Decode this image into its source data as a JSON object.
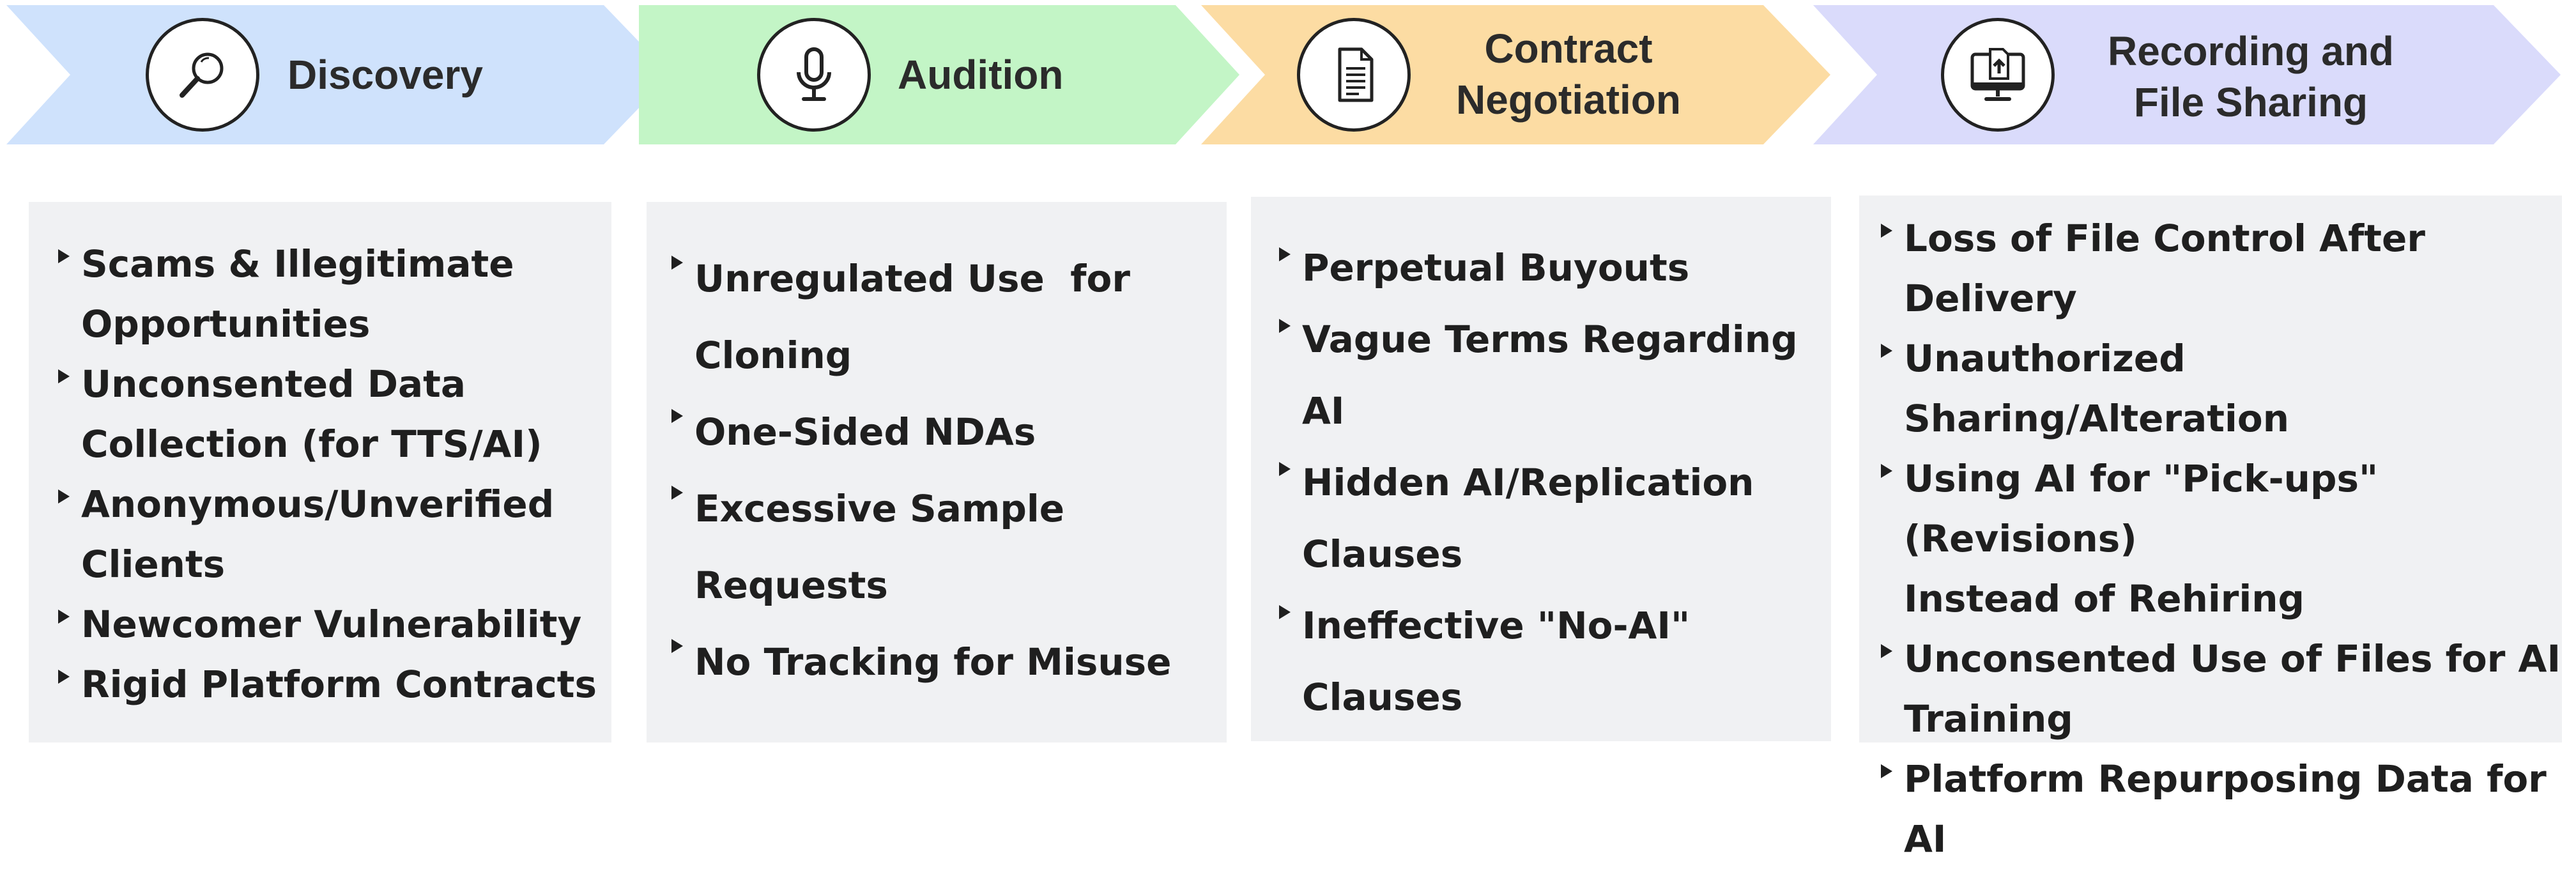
{
  "colors": {
    "discovery": "#cfe2fc",
    "audition": "#c3f5c6",
    "contract": "#fcdca3",
    "recording": "#dadbfb",
    "panel": "#f0f1f3"
  },
  "stages": [
    {
      "id": "discovery",
      "icon": "magnifier-icon",
      "title_lines": [
        "Discovery"
      ],
      "items": [
        [
          "Scams & Illegitimate",
          "Opportunities"
        ],
        [
          "Unconsented Data",
          "Collection (for TTS/AI)"
        ],
        [
          "Anonymous/Unverified",
          "Clients"
        ],
        [
          "Newcomer Vulnerability"
        ],
        [
          "Rigid Platform Contracts"
        ]
      ]
    },
    {
      "id": "audition",
      "icon": "microphone-icon",
      "title_lines": [
        "Audition"
      ],
      "items": [
        [
          "Unregulated Use  for",
          "Cloning"
        ],
        [
          "One-Sided NDAs"
        ],
        [
          "Excessive Sample Requests"
        ],
        [
          "No Tracking for Misuse"
        ]
      ]
    },
    {
      "id": "contract",
      "icon": "document-icon",
      "title_lines": [
        "Contract",
        "Negotiation"
      ],
      "items": [
        [
          "Perpetual Buyouts"
        ],
        [
          "Vague Terms Regarding AI"
        ],
        [
          "Hidden AI/Replication",
          "Clauses"
        ],
        [
          "Ineffective \"No-AI\"",
          "Clauses"
        ]
      ]
    },
    {
      "id": "recording",
      "icon": "monitor-upload-icon",
      "title_lines": [
        "Recording and",
        "File Sharing"
      ],
      "items": [
        [
          "Loss of File Control After Delivery"
        ],
        [
          "Unauthorized Sharing/Alteration"
        ],
        [
          "Using AI for \"Pick-ups\"",
          "(Revisions)",
          "Instead of Rehiring"
        ],
        [
          "Unconsented Use of Files for AI",
          "Training"
        ],
        [
          "Platform Repurposing Data for AI"
        ]
      ]
    }
  ]
}
